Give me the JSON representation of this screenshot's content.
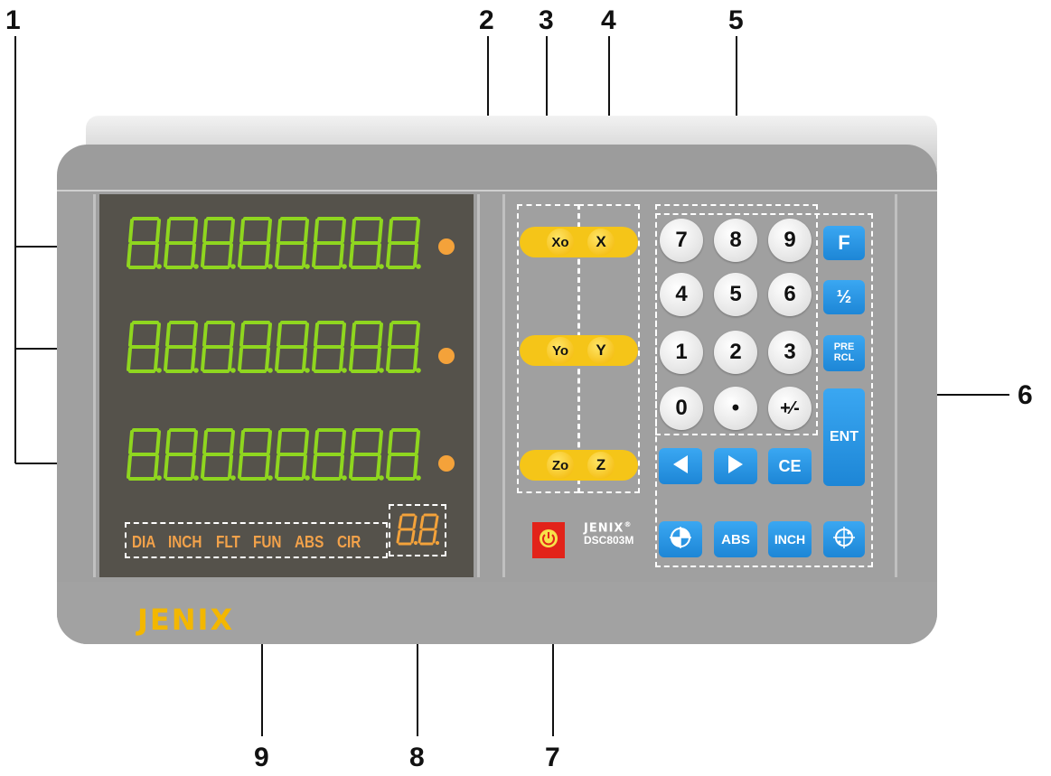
{
  "callouts": [
    "1",
    "2",
    "3",
    "4",
    "5",
    "6",
    "7",
    "8",
    "9"
  ],
  "brand": "JENIX",
  "model": {
    "name": "JENIX",
    "registered": "®",
    "code": "DSC803M"
  },
  "status_indicators": [
    "DIA",
    "INCH",
    "FLT",
    "FUN",
    "ABS",
    "CIR"
  ],
  "axis_keys": [
    {
      "zero_label": "Xo",
      "select_label": "X"
    },
    {
      "zero_label": "Yo",
      "select_label": "Y"
    },
    {
      "zero_label": "Zo",
      "select_label": "Z"
    }
  ],
  "numeric_keys": [
    "7",
    "8",
    "9",
    "4",
    "5",
    "6",
    "1",
    "2",
    "3",
    "0",
    "•",
    "+⁄-"
  ],
  "function_keys": {
    "f": "F",
    "half": "½",
    "pre": "PRE",
    "rcl": "RCL",
    "ent": "ENT"
  },
  "bottom_keys": {
    "ce": "CE",
    "abs": "ABS",
    "inch": "INCH"
  },
  "icons": [
    "arrow-left-icon",
    "arrow-right-icon",
    "center-point-icon",
    "bolt-circle-icon",
    "power-icon"
  ],
  "colors": {
    "led_digits": "#8fd61f",
    "indicator_led": "#f4a23a",
    "axis_keys": "#f5c518",
    "function_keys": "#2596e6",
    "power_key": "#e2231a",
    "brand": "#f3b700"
  }
}
